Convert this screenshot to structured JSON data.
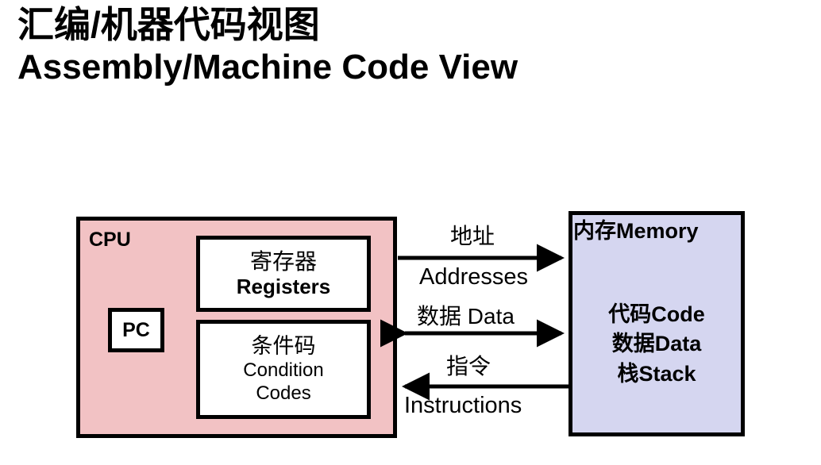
{
  "title": {
    "chinese": "汇编/机器代码视图",
    "english": "Assembly/Machine Code View"
  },
  "diagram": {
    "type": "block-diagram",
    "cpu": {
      "label": "CPU",
      "fill_color": "#f2c2c4",
      "blocks": [
        {
          "name": "pc",
          "label": "PC"
        },
        {
          "name": "registers",
          "chinese": "寄存器",
          "english": "Registers"
        },
        {
          "name": "condition-codes",
          "chinese": "条件码",
          "english_line1": "Condition",
          "english_line2": "Codes"
        }
      ]
    },
    "memory": {
      "title": "内存Memory",
      "fill_color": "#d5d6f0",
      "contents": [
        "代码Code",
        "数据Data",
        "栈Stack"
      ]
    },
    "buses": [
      {
        "name": "addresses",
        "chinese": "地址",
        "english": "Addresses",
        "direction": "right",
        "from": "cpu",
        "to": "memory"
      },
      {
        "name": "data",
        "label": "数据 Data",
        "direction": "both",
        "from": "cpu",
        "to": "memory"
      },
      {
        "name": "instructions",
        "chinese": "指令",
        "english": "Instructions",
        "direction": "left",
        "from": "memory",
        "to": "cpu"
      }
    ]
  }
}
